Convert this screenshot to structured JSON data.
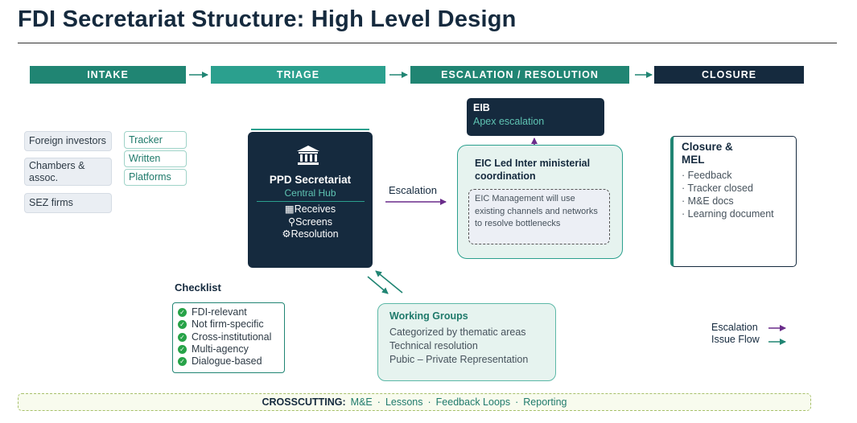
{
  "title": "FDI Secretariat Structure: High Level Design",
  "phases": [
    "INTAKE",
    "TRIAGE",
    "ESCALATION / RESOLUTION",
    "CLOSURE"
  ],
  "intake": {
    "sources": [
      "Foreign investors",
      "Chambers & assoc.",
      "SEZ firms"
    ],
    "channels": [
      "Tracker",
      "Written",
      "Platforms"
    ]
  },
  "hub": {
    "icon": "building-columns-icon",
    "title": "PPD Secretariat",
    "subtitle": "Central Hub",
    "items": [
      {
        "icon": "clipboard-icon",
        "label": "Receives"
      },
      {
        "icon": "search-icon",
        "label": "Screens"
      },
      {
        "icon": "cogs-icon",
        "label": "Resolution"
      }
    ]
  },
  "escalation_label": "Escalation",
  "eib": {
    "title": "EIB",
    "subtitle": "Apex escalation"
  },
  "eic": {
    "title": "EIC Led Inter ministerial coordination",
    "note": "EIC Management will use existing channels and networks to resolve bottlenecks"
  },
  "closure": {
    "title": "Closure & MEL",
    "items": [
      "· Feedback",
      "· Tracker closed",
      "· M&E docs",
      "· Learning document"
    ]
  },
  "checklist": {
    "title": "Checklist",
    "items": [
      "FDI-relevant",
      "Not firm-specific",
      "Cross-institutional",
      "Multi-agency",
      "Dialogue-based"
    ]
  },
  "working_groups": {
    "title": "Working Groups",
    "items": [
      "Categorized by thematic areas",
      "Technical resolution",
      "Pubic – Private Representation"
    ]
  },
  "legend": {
    "escalation": {
      "label": "Escalation",
      "color": "#6a2c8a"
    },
    "issue_flow": {
      "label": "Issue Flow",
      "color": "#208573"
    }
  },
  "crosscutting": {
    "label": "CROSSCUTTING:",
    "items": [
      "M&E",
      "Lessons",
      "Feedback Loops",
      "Reporting"
    ],
    "separator": "·"
  },
  "colors": {
    "navy": "#152a3e",
    "teal": "#208573",
    "teal_light": "#2ba08e",
    "purple": "#6a2c8a",
    "check_green": "#27a348"
  }
}
